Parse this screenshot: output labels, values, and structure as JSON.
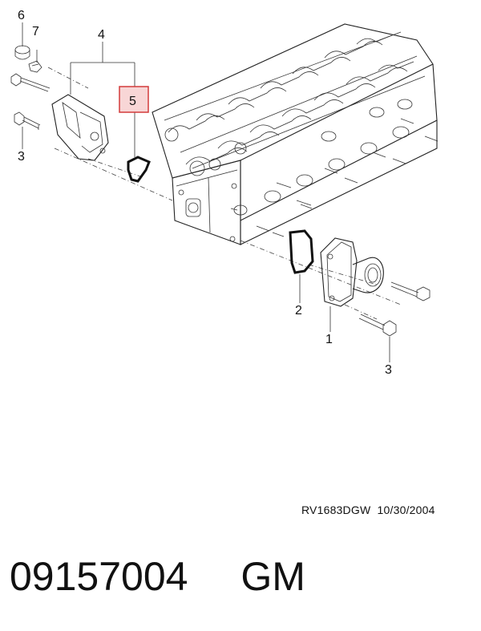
{
  "callouts": {
    "c1": "1",
    "c2": "2",
    "c3a": "3",
    "c3b": "3",
    "c4": "4",
    "c5": "5",
    "c6": "6",
    "c7": "7"
  },
  "highlight": {
    "part": "5",
    "fill": "#f8d6d6",
    "stroke": "#d33b3b"
  },
  "reference": {
    "code": "RV1683DGW",
    "date": "10/30/2004"
  },
  "footer": {
    "part_number": "09157004",
    "brand": "GM"
  }
}
